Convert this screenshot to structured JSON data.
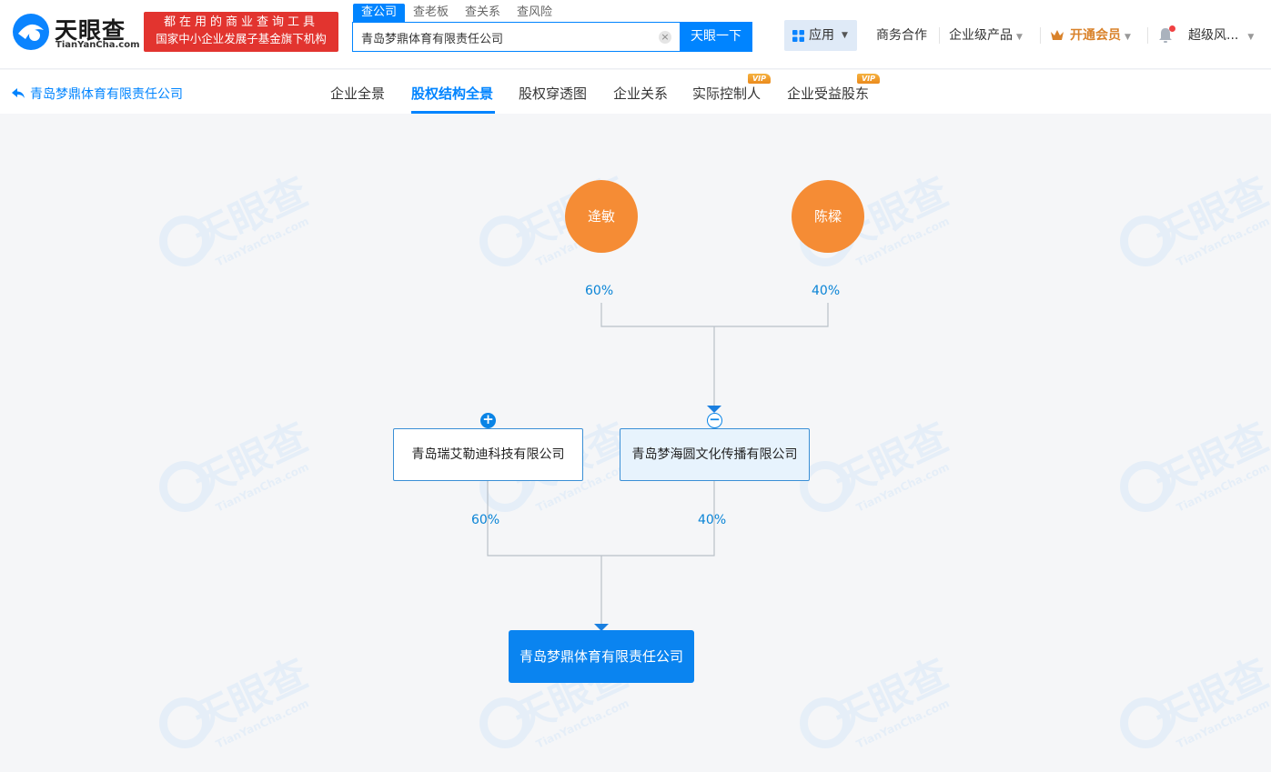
{
  "header": {
    "logo_cn": "天眼查",
    "logo_en": "TianYanCha.com",
    "slogan_line1": "都在用的商业查询工具",
    "slogan_line2": "国家中小企业发展子基金旗下机构",
    "search_tabs": [
      "查公司",
      "查老板",
      "查关系",
      "查风险"
    ],
    "search_value": "青岛梦鼎体育有限责任公司",
    "search_button": "天眼一下",
    "apps_label": "应用",
    "nav": {
      "biz": "商务合作",
      "enterprise": "企业级产品",
      "vip": "开通会员",
      "user": "超级风..."
    }
  },
  "subnav": {
    "back_label": "青岛梦鼎体育有限责任公司",
    "tabs": [
      "企业全景",
      "股权结构全景",
      "股权穿透图",
      "企业关系",
      "实际控制人",
      "企业受益股东"
    ],
    "vip_badge": "VIP"
  },
  "chart": {
    "persons": [
      {
        "name": "逄敏",
        "pct": "60%"
      },
      {
        "name": "陈樑",
        "pct": "40%"
      }
    ],
    "companies": [
      {
        "name": "青岛瑞艾勒迪科技有限公司",
        "pct": "60%",
        "toggle": "+"
      },
      {
        "name": "青岛梦海圆文化传播有限公司",
        "pct": "40%",
        "toggle": "−"
      }
    ],
    "target": "青岛梦鼎体育有限责任公司"
  },
  "colors": {
    "accent": "#0084ff",
    "person": "#f58c35",
    "slogan_bg": "#e2342f",
    "vip": "#d9822b"
  }
}
